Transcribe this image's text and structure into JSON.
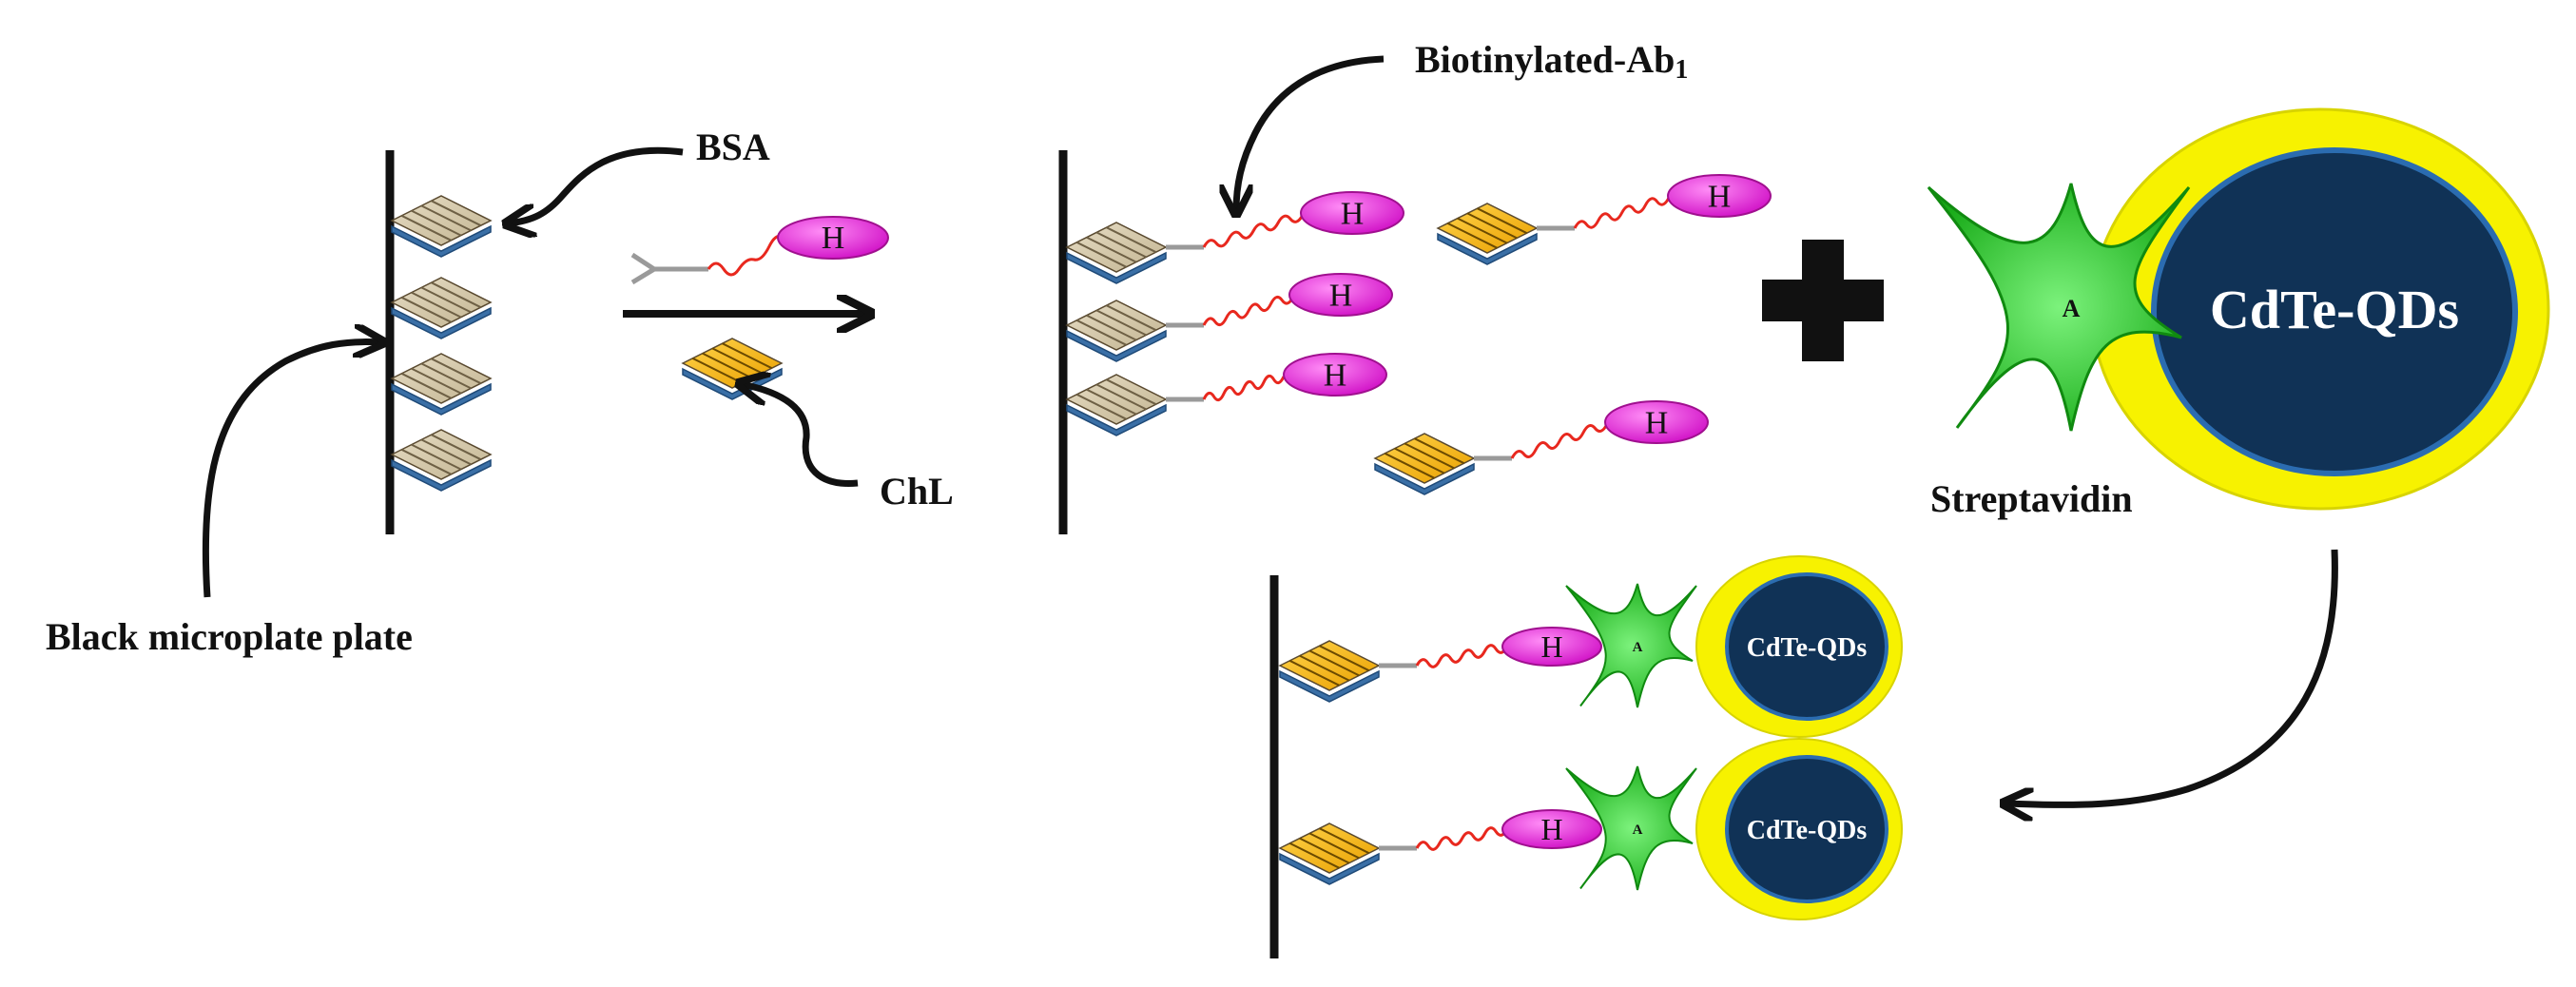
{
  "labels": {
    "bsa": "BSA",
    "chl": "ChL",
    "plate": "Black microplate plate",
    "biotin_ab": "Biotinylated-Ab",
    "biotin_ab_sub": "1",
    "streptavidin": "Streptavidin"
  },
  "marks": {
    "hapten": "H",
    "streptavidin_core": "A",
    "quantum_dot": "CdTe-QDs"
  },
  "colors": {
    "bsa_tile": "#d7cbae",
    "chl_tile": "#f5b400",
    "tile_base": "#3a6fa6",
    "hapten": "#e020d8",
    "linker": "#e8281e",
    "streptavidin": "#2bd12b",
    "qd_core": "#103256",
    "qd_shell": "#f7f200",
    "ink": "#111111"
  }
}
